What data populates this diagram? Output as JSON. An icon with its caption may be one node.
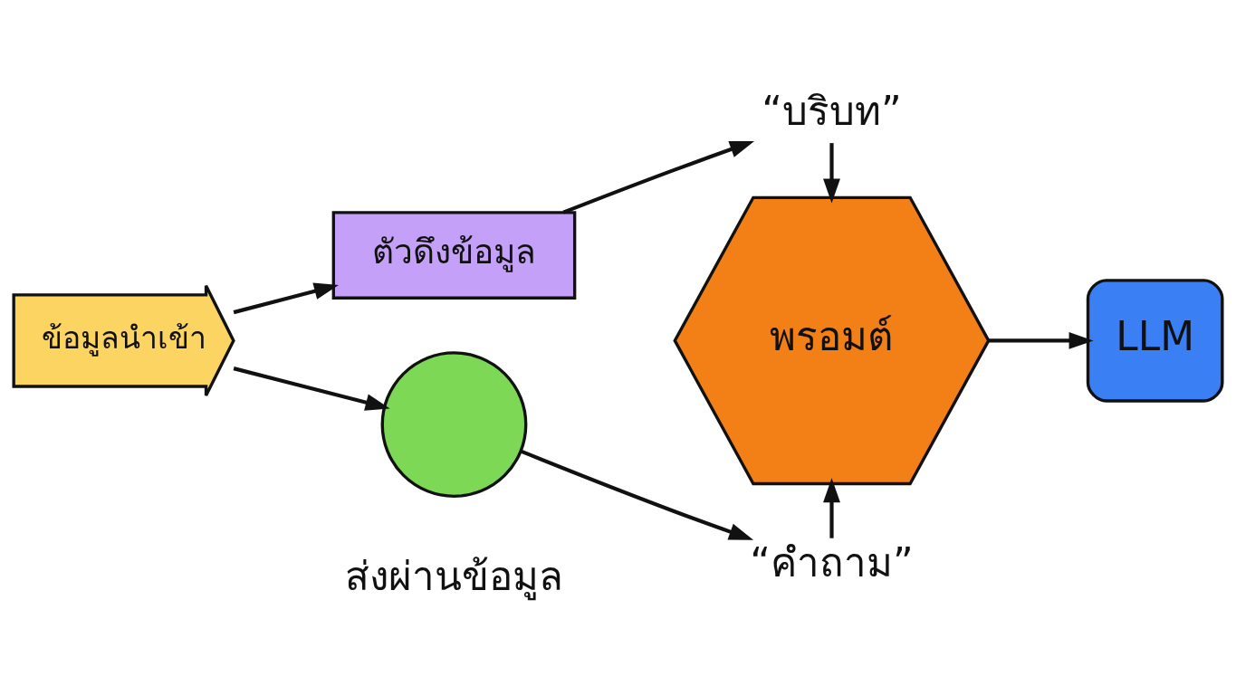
{
  "diagram": {
    "nodes": [
      {
        "text": [
          "ข้อมูลนำเข้า"
        ]
      },
      {
        "text": [
          "ตัวดึงข้อมูล"
        ]
      },
      {
        "text": [
          "“บริบท”"
        ]
      },
      {
        "text": [
          "พรอมต์"
        ]
      },
      {
        "text": [
          "LLM"
        ]
      },
      {
        "text": [],
        "shape": "circle",
        "beside": [
          "ส่งผ่านข้อมูล"
        ]
      },
      {
        "text": [
          "“คำถาม”"
        ]
      }
    ],
    "edges": [
      {
        "from": 0,
        "to": 1,
        "arrow": "to"
      },
      {
        "from": 1,
        "to": 2,
        "arrow": "to"
      },
      {
        "from": 2,
        "to": 3,
        "arrow": "to"
      },
      {
        "from": 3,
        "to": 4,
        "arrow": "to"
      },
      {
        "from": 0,
        "to": 5,
        "arrow": "to"
      },
      {
        "from": 5,
        "to": 6,
        "arrow": "to"
      },
      {
        "from": 6,
        "to": 3,
        "arrow": "to"
      }
    ]
  }
}
